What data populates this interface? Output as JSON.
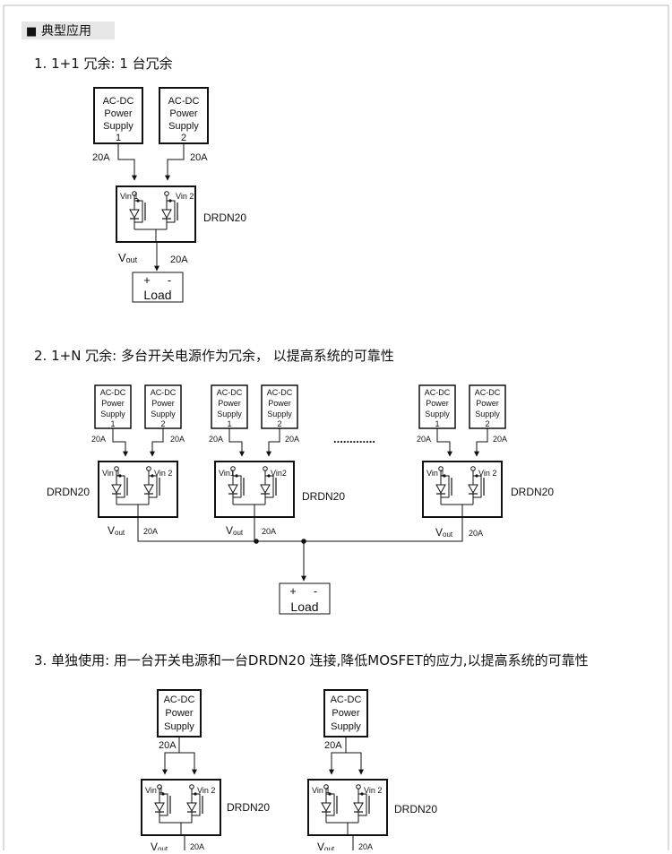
{
  "header": {
    "marker": "■",
    "title": "典型应用"
  },
  "sections": [
    {
      "title": "1. 1+1 冗余: 1 台冗余"
    },
    {
      "title": "2. 1+N 冗余: 多台开关电源作为冗余， 以提高系统的可靠性"
    },
    {
      "title": "3. 单独使用: 用一台开关电源和一台DRDN20 连接,降低MOSFET的应力,以提高系统的可靠性"
    }
  ],
  "labels": {
    "psu_lines": [
      "AC-DC",
      "Power",
      "Supply"
    ],
    "psu_num1": "1",
    "psu_num2": "2",
    "current": "20A",
    "module": "DRDN20",
    "vin1": "Vin 1",
    "vin2": "Vin 2",
    "vin1_compact": "Vin1",
    "vin2_compact": "Vin2",
    "vout_main": "V",
    "vout_sub": "out",
    "load_plus": "+",
    "load_minus": "-",
    "load": "Load",
    "dots": "............."
  }
}
